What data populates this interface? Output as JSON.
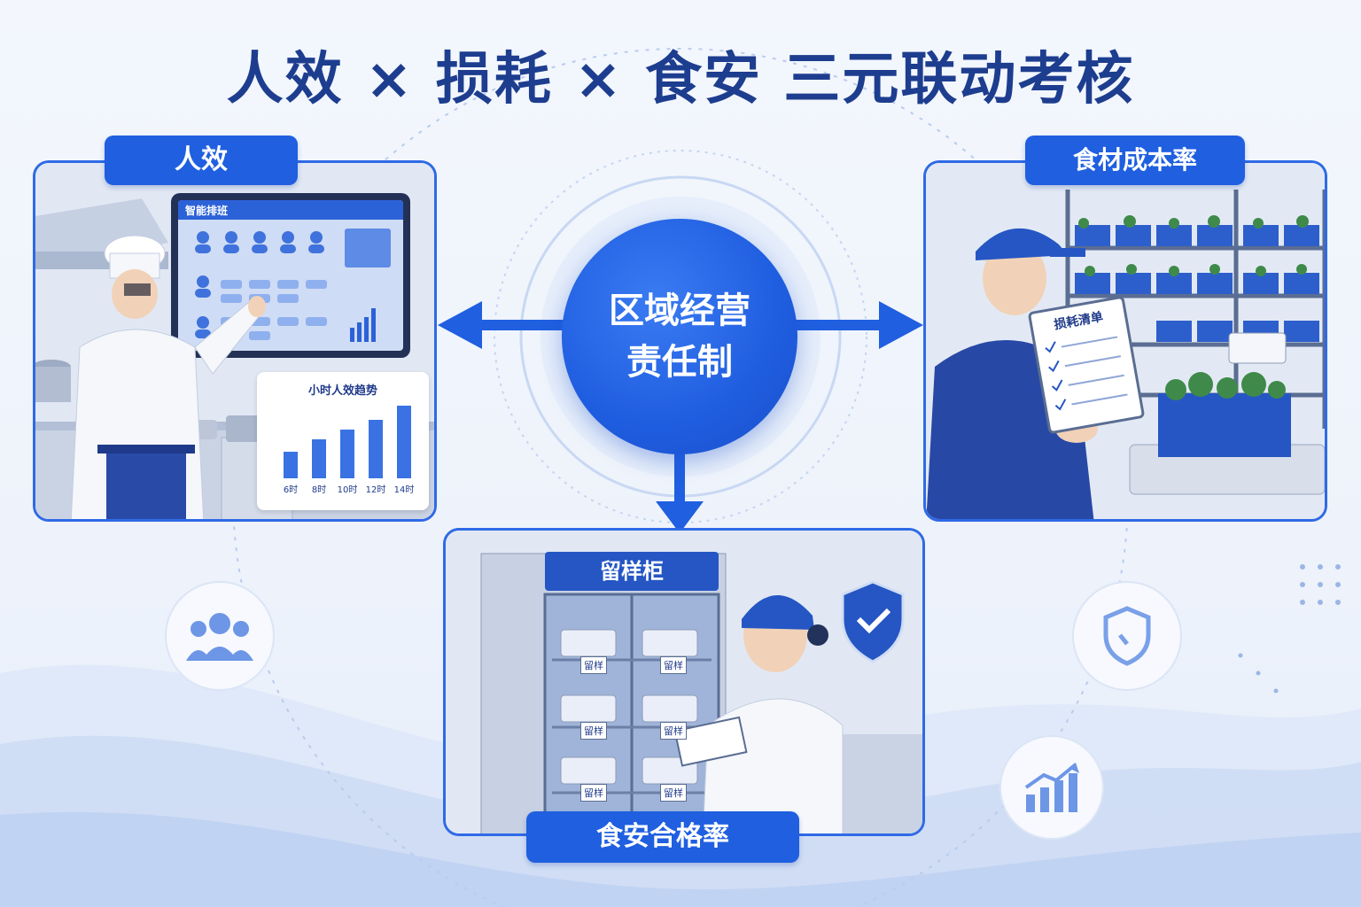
{
  "title": "人效 × 损耗 × 食安 三元联动考核",
  "center": {
    "line1": "区域经营",
    "line2": "责任制"
  },
  "panels": {
    "efficiency": {
      "tag": "人效",
      "screen_title": "智能排班",
      "chart_title": "小时人效趋势",
      "chart_data": {
        "type": "bar",
        "categories": [
          "6时",
          "8时",
          "10时",
          "12时",
          "14时"
        ],
        "values": [
          3,
          4.4,
          5.5,
          6.6,
          8.2
        ]
      }
    },
    "cost": {
      "tag": "食材成本率",
      "clipboard_title": "损耗清单"
    },
    "safety": {
      "tag": "食安合格率",
      "cabinet_title": "留样柜",
      "sample_label": "留样"
    }
  },
  "icons": {
    "left": "users-icon",
    "right_top": "shield-icon",
    "right_bottom": "growth-chart-icon"
  },
  "colors": {
    "primary": "#1f5fe0",
    "dark": "#1d3d8f",
    "light": "#dfe7f5"
  }
}
